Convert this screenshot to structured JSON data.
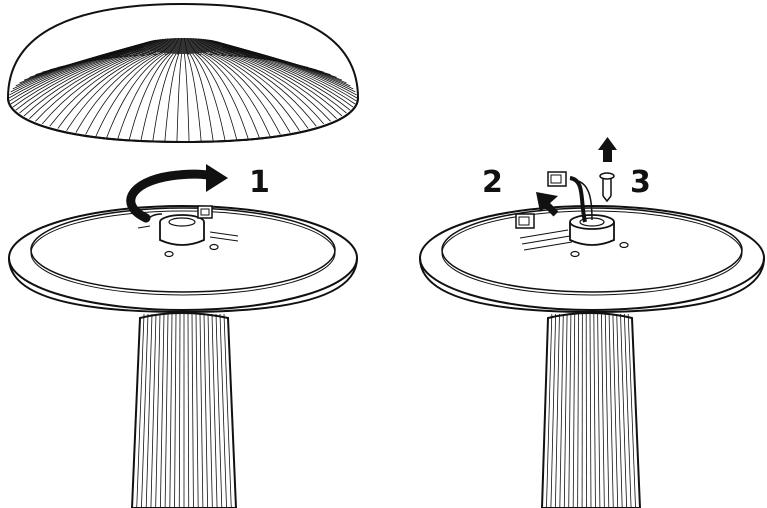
{
  "steps": [
    {
      "number": "1",
      "action": "rotate-shade"
    },
    {
      "number": "2",
      "action": "disconnect-connector"
    },
    {
      "number": "3",
      "action": "remove-screw"
    }
  ],
  "colors": {
    "line": "#111111",
    "background": "#ffffff"
  }
}
